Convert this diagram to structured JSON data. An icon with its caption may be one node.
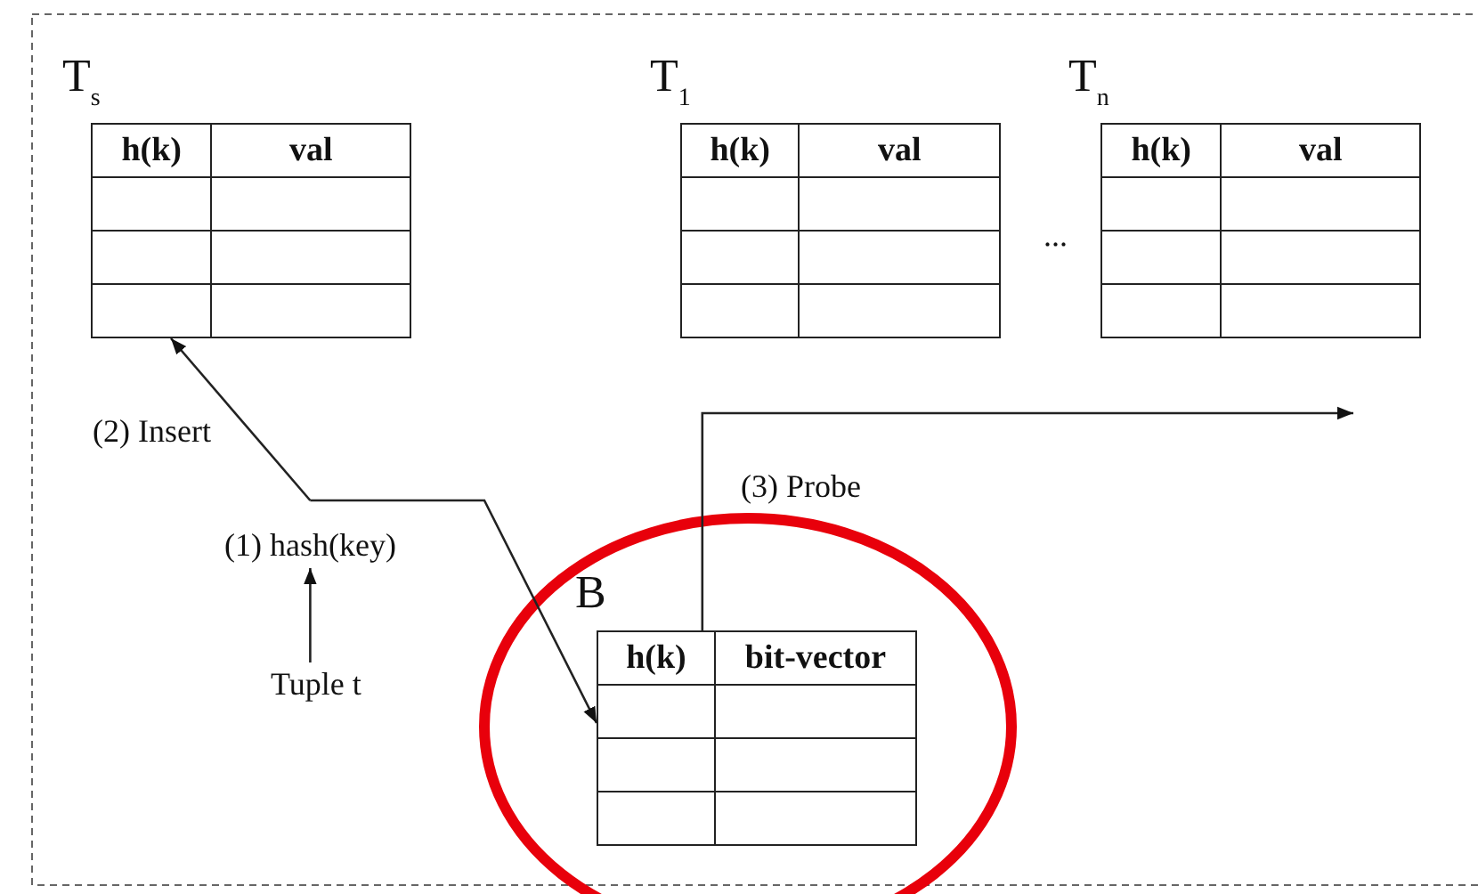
{
  "diagram": {
    "nodes": [
      {
        "text": [
          "T$_{s}$",
          "h(k)",
          "val"
        ]
      },
      {
        "text": [
          "T$_{1}$",
          "h(k)",
          "val"
        ]
      },
      {
        "text": [
          "T$_{n}$",
          "h(k)",
          "val"
        ]
      },
      {
        "text": [
          "B",
          "h(k)",
          "bit-vector"
        ]
      },
      {
        "text": [
          "(1) hash(key)"
        ]
      },
      {
        "text": [
          "Tuple t"
        ]
      }
    ],
    "edges": [
      {
        "from": 5,
        "to": 4,
        "arrow": "to"
      },
      {
        "from": 4,
        "to": 0,
        "arrow": "to",
        "label": "(2) Insert"
      },
      {
        "from": 4,
        "to": 3,
        "arrow": "to"
      },
      {
        "from": 3,
        "to": null,
        "arrow": "to",
        "label": "(3) Probe"
      }
    ],
    "labels": [
      "..."
    ]
  }
}
